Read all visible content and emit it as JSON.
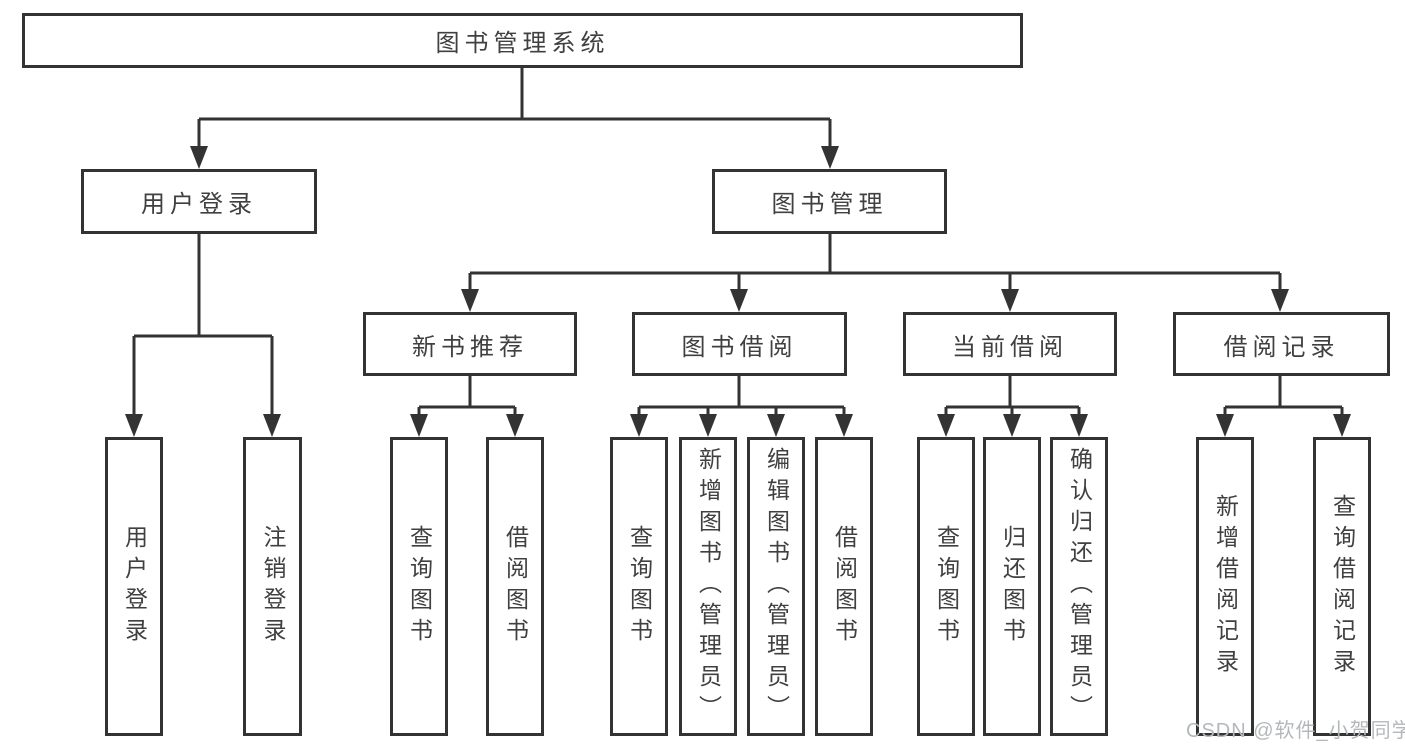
{
  "colors": {
    "background": "#ffffff",
    "line": "#333333",
    "box_border": "#333333",
    "text": "#404040",
    "watermark": "#b4b8bb"
  },
  "tree": {
    "root": {
      "label": "图书管理系统"
    },
    "branches": [
      {
        "label": "用户登录",
        "leaves": [
          {
            "label": "用户登录"
          },
          {
            "label": "注销登录"
          }
        ]
      },
      {
        "label": "图书管理",
        "groups": [
          {
            "label": "新书推荐",
            "leaves": [
              {
                "label": "查询图书"
              },
              {
                "label": "借阅图书"
              }
            ]
          },
          {
            "label": "图书借阅",
            "leaves": [
              {
                "label": "查询图书"
              },
              {
                "label": "新增图书（管理员）"
              },
              {
                "label": "编辑图书（管理员）"
              },
              {
                "label": "借阅图书"
              }
            ]
          },
          {
            "label": "当前借阅",
            "leaves": [
              {
                "label": "查询图书"
              },
              {
                "label": "归还图书"
              },
              {
                "label": "确认归还（管理员）"
              }
            ]
          },
          {
            "label": "借阅记录",
            "leaves": [
              {
                "label": "新增借阅记录"
              },
              {
                "label": "查询借阅记录"
              }
            ]
          }
        ]
      }
    ]
  },
  "watermark": {
    "text": "CSDN @软件_小贺同学"
  }
}
